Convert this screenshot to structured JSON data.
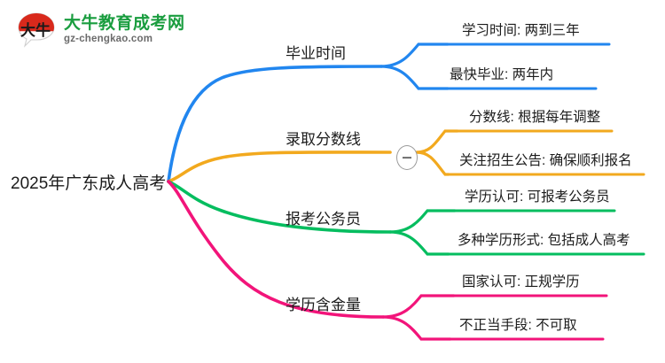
{
  "logo": {
    "mark_alt": "大牛",
    "name": "大牛教育成考网",
    "domain": "gz-chengkao.com",
    "brand_green": "#1a9d3f",
    "brand_red": "#d9291c"
  },
  "mindmap": {
    "root": {
      "label": "2025年广东成人高考"
    },
    "collapse_toggle": {
      "label": "−",
      "state": "expanded"
    },
    "branches": [
      {
        "label": "毕业时间",
        "color": "#2186ef",
        "children": [
          {
            "label": "学习时间: 两到三年"
          },
          {
            "label": "最快毕业: 两年内"
          }
        ]
      },
      {
        "label": "录取分数线",
        "color": "#f2a91e",
        "children": [
          {
            "label": "分数线: 根据每年调整"
          },
          {
            "label": "关注招生公告: 确保顺利报名"
          }
        ]
      },
      {
        "label": "报考公务员",
        "color": "#05bd5f",
        "children": [
          {
            "label": "学历认可: 可报考公务员"
          },
          {
            "label": "多种学历形式: 包括成人高考"
          }
        ]
      },
      {
        "label": "学历含金量",
        "color": "#f2147a",
        "children": [
          {
            "label": "国家认可: 正规学历"
          },
          {
            "label": "不正当手段: 不可取"
          }
        ]
      }
    ]
  }
}
